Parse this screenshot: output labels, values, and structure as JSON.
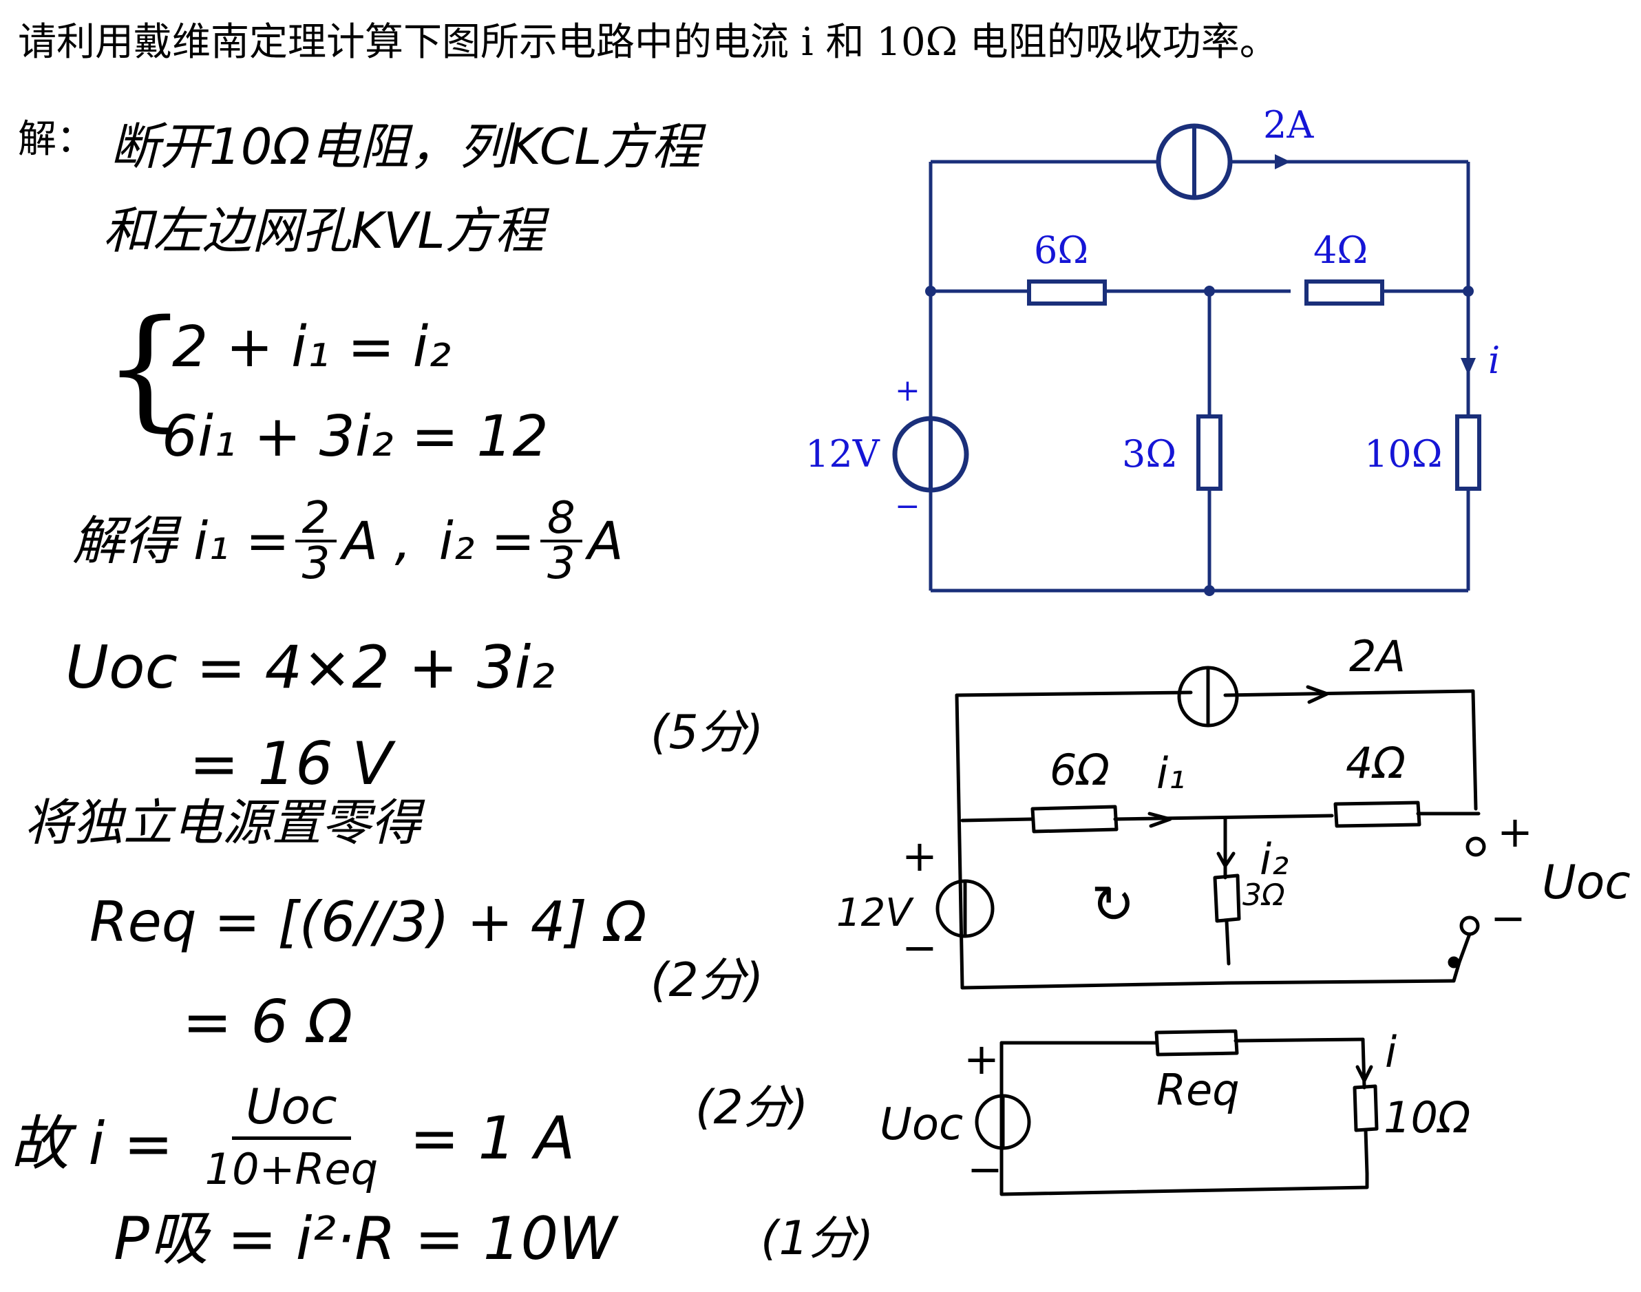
{
  "question": "请利用戴维南定理计算下图所示电路中的电流 i 和 10Ω 电阻的吸收功率。",
  "solution": {
    "label": "解：",
    "step1_line1": "断开10Ω电阻，列KCL方程",
    "step1_line2": "和左边网孔KVL方程",
    "eq1": "2 + i₁ = i₂",
    "eq2": "6i₁ + 3i₂ = 12",
    "result_prefix": "解得  i₁ =",
    "i1_num": "2",
    "i1_den": "3",
    "i1_unit": "A ,",
    "i2_prefix": "i₂ =",
    "i2_num": "8",
    "i2_den": "3",
    "i2_unit": "A",
    "uoc_expr": "Uoc = 4×2 + 3i₂",
    "uoc_value": "= 16 V",
    "score_uoc": "(5分)",
    "step2": "将独立电源置零得",
    "req_expr": "Req = [(6//3) + 4] Ω",
    "req_value": "= 6 Ω",
    "score_req": "(2分)",
    "i_prefix": "故 i =",
    "i_num": "Uoc",
    "i_den": "10+Req",
    "i_value": "= 1 A",
    "score_i": "(2分)",
    "power": "P吸 = i²·R = 10W",
    "score_p": "(1分)"
  },
  "circuit_main": {
    "color": "#1a2f7a",
    "label_color": "#1515d6",
    "source_current": "2A",
    "r6": "6Ω",
    "r4": "4Ω",
    "r3": "3Ω",
    "r10": "10Ω",
    "v_source": "12V",
    "plus": "+",
    "minus": "−",
    "current_i": "i"
  },
  "circuit_hw1": {
    "source_current": "2A",
    "r6": "6Ω",
    "r4": "4Ω",
    "r3": "3Ω",
    "i1": "i₁",
    "i2": "i₂",
    "v_source": "12V",
    "plus": "+",
    "minus": "−",
    "loop_arrow": "↻",
    "uoc": "Uoc"
  },
  "circuit_hw2": {
    "uoc": "Uoc",
    "req": "Req",
    "r10": "10Ω",
    "current_i": "i",
    "plus": "+",
    "minus": "−"
  }
}
